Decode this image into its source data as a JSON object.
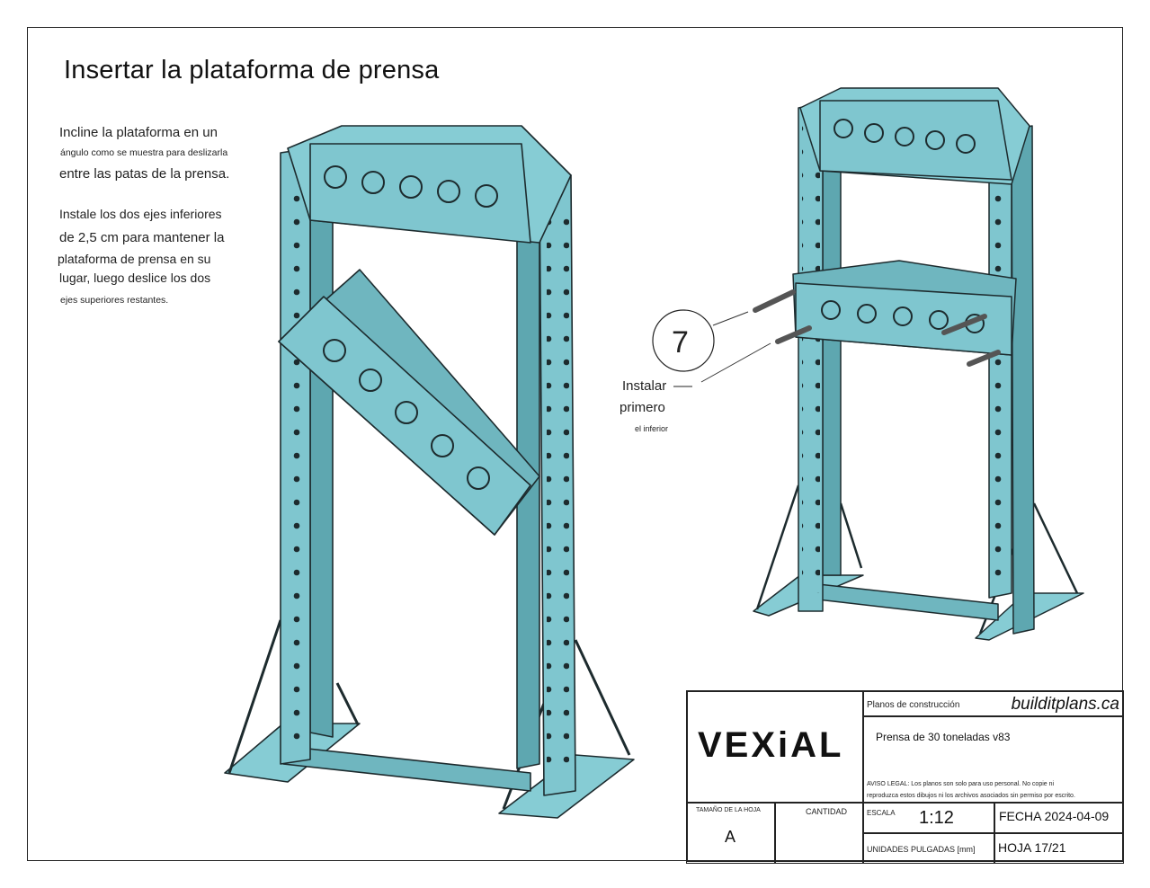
{
  "page": {
    "title": "Insertar la plataforma de prensa",
    "instructions": [
      "Incline la plataforma en un",
      "ángulo como se muestra para deslizarla",
      "entre las patas de la prensa.",
      "Instale los dos ejes inferiores",
      "de 2,5 cm para mantener la",
      "plataforma de prensa en su",
      "lugar, luego deslice los dos",
      "ejes superiores restantes."
    ]
  },
  "callout": {
    "number": "7",
    "line1": "Instalar",
    "line2": "primero",
    "note": "el inferior"
  },
  "title_block": {
    "logo": "VEXiAL",
    "plans_label": "Planos de construcción",
    "website": "builditplans.ca",
    "project": "Prensa de 30 toneladas v83",
    "disclaimer_line1": "AVISO LEGAL: Los planos son solo para uso personal. No copie ni",
    "disclaimer_line2": "reproduzca estos dibujos ni los archivos asociados sin permiso por escrito.",
    "sheet_size_label": "TAMAÑO DE LA HOJA",
    "sheet_size": "A",
    "quantity_label": "CANTIDAD",
    "scale_label": "ESCALA",
    "scale": "1:12",
    "date": "FECHA 2024-04-09",
    "units": "UNIDADES PULGADAS [mm]",
    "sheet": "HOJA 17/21"
  },
  "colors": {
    "steel": "#7fc6cf",
    "steel_dark": "#4f9aa3",
    "outline": "#1d2b2e"
  }
}
